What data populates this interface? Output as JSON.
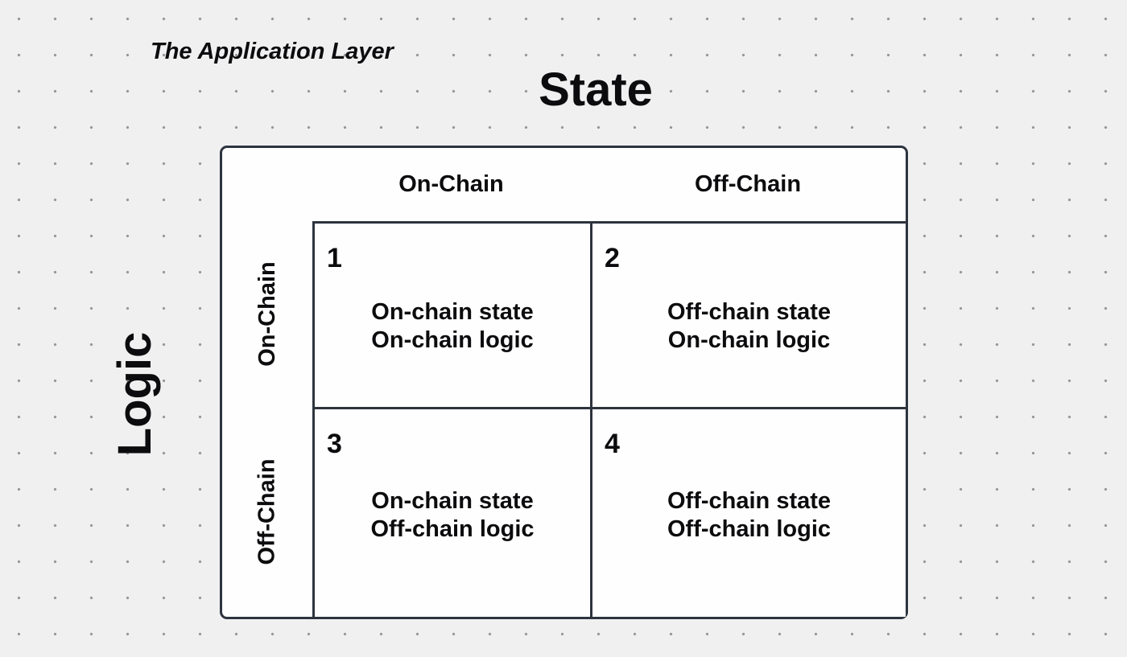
{
  "page": {
    "background_color": "#f0f0f1",
    "dot_grid_color": "#97979b",
    "border_color": "#2e343e",
    "text_color": "#0c0c0e"
  },
  "diagram": {
    "title": "The Application Layer",
    "x_axis_title": "State",
    "y_axis_title": "Logic",
    "column_headers": [
      "On-Chain",
      "Off-Chain"
    ],
    "row_headers": [
      "On-Chain",
      "Off-Chain"
    ],
    "quadrants": [
      {
        "number": "1",
        "line1": "On-chain state",
        "line2": "On-chain logic"
      },
      {
        "number": "2",
        "line1": "Off-chain state",
        "line2": "On-chain logic"
      },
      {
        "number": "3",
        "line1": "On-chain state",
        "line2": "Off-chain logic"
      },
      {
        "number": "4",
        "line1": "Off-chain state",
        "line2": "Off-chain logic"
      }
    ]
  }
}
